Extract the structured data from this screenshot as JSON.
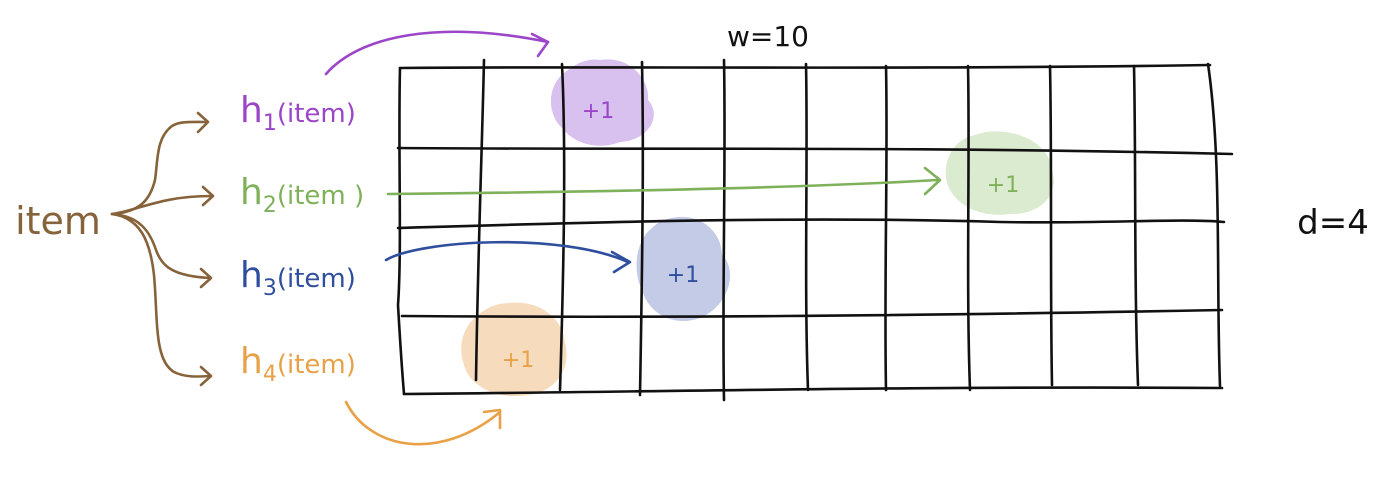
{
  "labels": {
    "input": "item",
    "width": "w=10",
    "depth": "d=4"
  },
  "grid": {
    "columns": 10,
    "rows": 4,
    "line_color": "#111111"
  },
  "hash_functions": [
    {
      "label": "h",
      "subscript": "1",
      "suffix": "(item)",
      "color": "#9b45c9",
      "blob_color": "#d8c1ee",
      "increment": "+1",
      "row": 1,
      "column": 3
    },
    {
      "label": "h",
      "subscript": "2",
      "suffix": "(item )",
      "color": "#7fb05a",
      "blob_color": "#dbebd0",
      "increment": "+1",
      "row": 2,
      "column": 8
    },
    {
      "label": "h",
      "subscript": "3",
      "suffix": "(item)",
      "color": "#2f4f9e",
      "blob_color": "#c3cbe6",
      "increment": "+1",
      "row": 3,
      "column": 4
    },
    {
      "label": "h",
      "subscript": "4",
      "suffix": "(item)",
      "color": "#e8a147",
      "blob_color": "#f6dcbd",
      "increment": "+1",
      "row": 4,
      "column": 2
    }
  ],
  "input_color": "#86633a"
}
